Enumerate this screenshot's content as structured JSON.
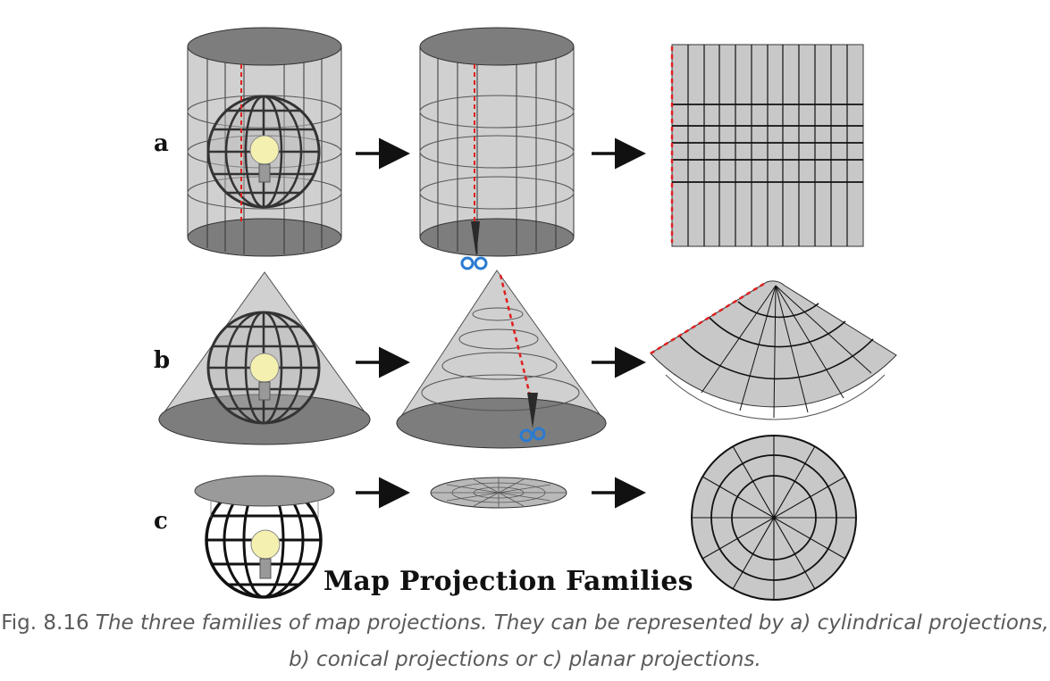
{
  "figure": {
    "row_labels": {
      "a": "a",
      "b": "b",
      "c": "c"
    },
    "title": "Map Projection Families"
  },
  "caption": {
    "number": "Fig. 8.16",
    "text": "The three families of map projections. They can be represented by a) cylindrical projections, b) conical projections or c) planar projections."
  },
  "colors": {
    "surface_fill": "#c8c8c8",
    "surface_dark": "#7d7d7d",
    "grid_line": "#1a1a1a",
    "cut_line": "#e02020",
    "bulb_glow": "#f4f0b0",
    "scissors_handle": "#2a7bd1",
    "caption_text": "#5a5a5a"
  },
  "icons": [
    "arrow-right-icon",
    "lightbulb-icon",
    "scissors-icon",
    "globe-icon"
  ]
}
